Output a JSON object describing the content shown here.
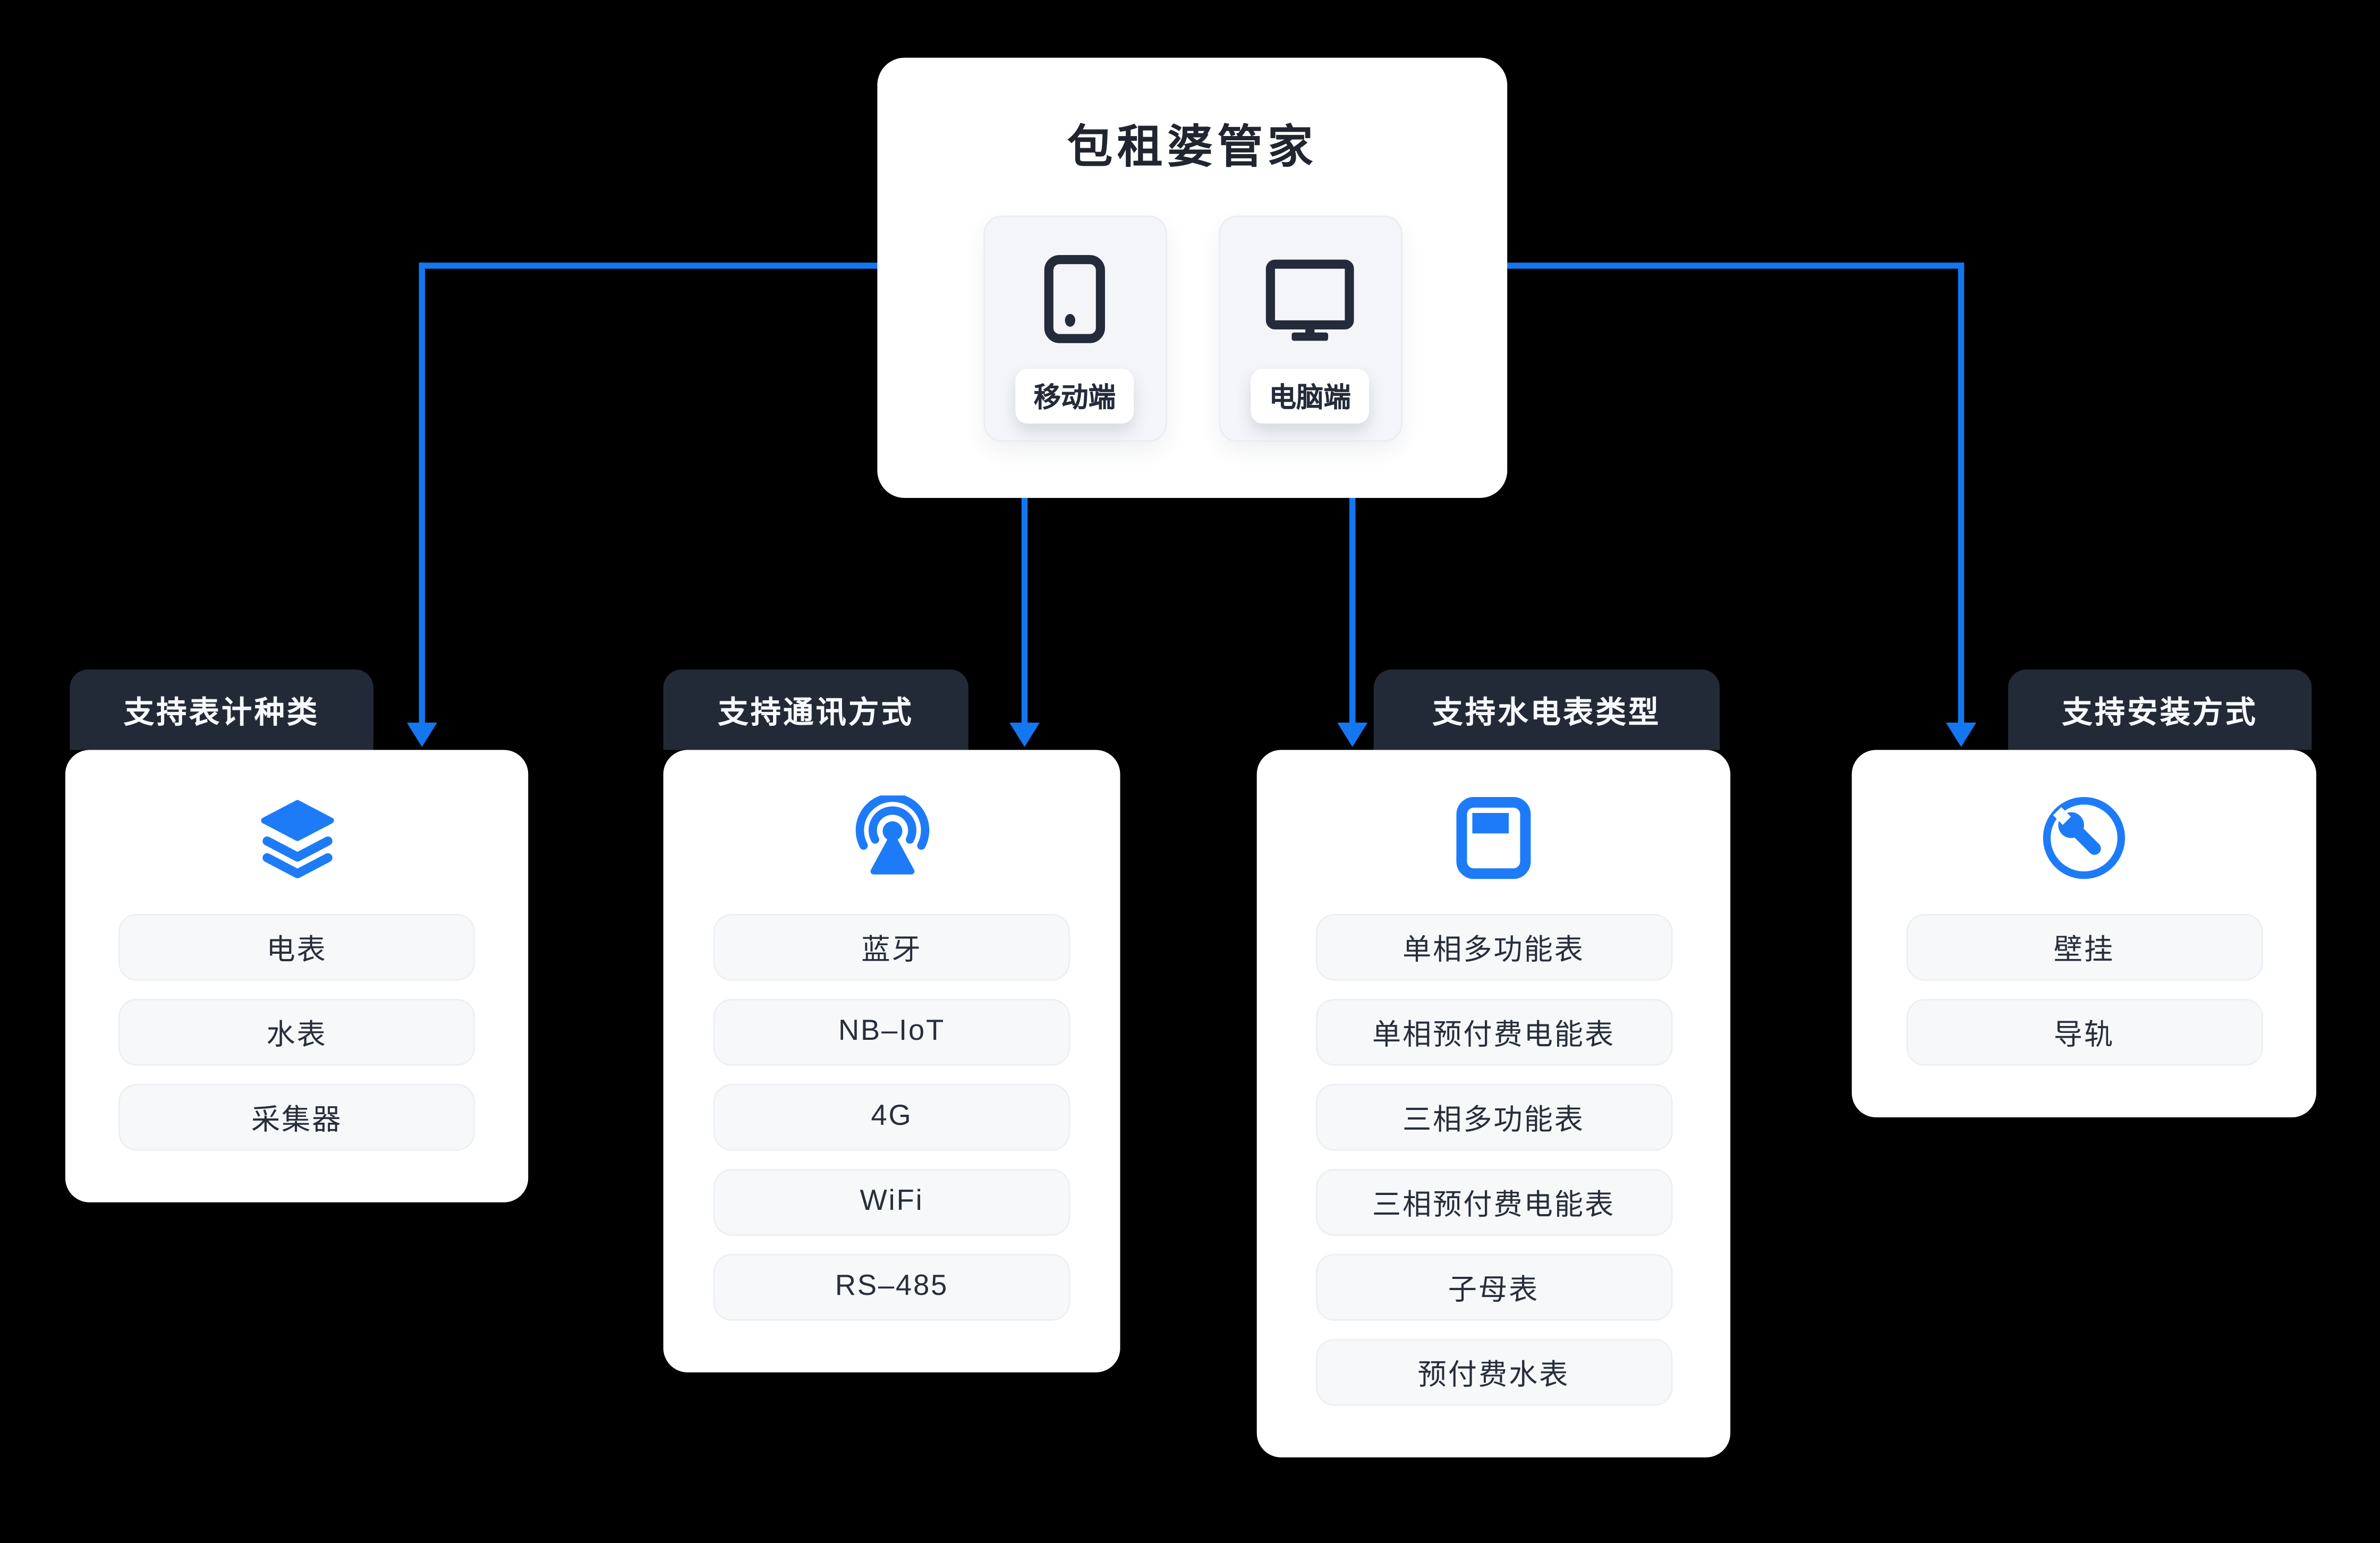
{
  "root": {
    "title": "包租婆管家",
    "platforms": [
      {
        "label": "移动端",
        "icon": "phone-icon"
      },
      {
        "label": "电脑端",
        "icon": "monitor-icon"
      }
    ]
  },
  "branches": [
    {
      "tab": "支持表计种类",
      "icon": "layers-icon",
      "items": [
        "电表",
        "水表",
        "采集器"
      ]
    },
    {
      "tab": "支持通讯方式",
      "icon": "broadcast-icon",
      "items": [
        "蓝牙",
        "NB–IoT",
        "4G",
        "WiFi",
        "RS–485"
      ]
    },
    {
      "tab": "支持水电表类型",
      "icon": "meter-icon",
      "items": [
        "单相多功能表",
        "单相预付费电能表",
        "三相多功能表",
        "三相预付费电能表",
        "子母表",
        "预付费水表"
      ]
    },
    {
      "tab": "支持安装方式",
      "icon": "wrench-icon",
      "items": [
        "壁挂",
        "导轨"
      ]
    }
  ],
  "colors": {
    "bg": "#000000",
    "accent_line": "#1477F0",
    "accent_icon": "#1E7BF8",
    "tab_bg": "#232A37",
    "tab_text": "#F7F9FC",
    "card_bg": "#FFFFFF",
    "item_bg": "#F7F8FA",
    "item_border": "#ECEFF3",
    "item_text": "#272E3B",
    "title_text": "#20252F",
    "platform_bg": "#F3F5F9",
    "platform_border": "#E9EDF3",
    "device_icon": "#242B3A",
    "pill_bg": "#FFFFFF"
  }
}
